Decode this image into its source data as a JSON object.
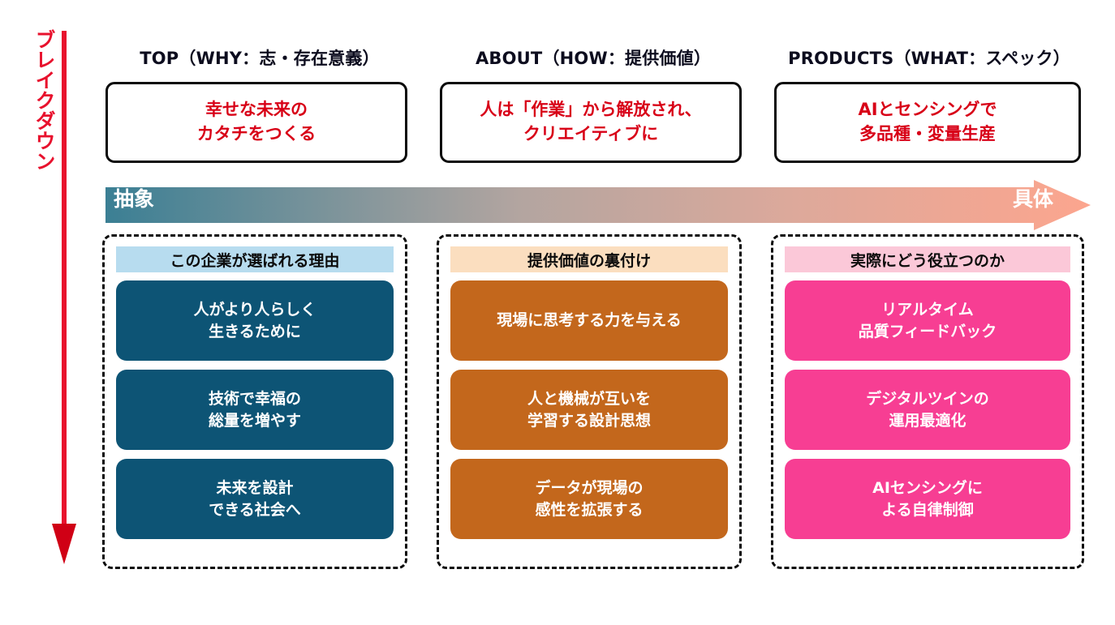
{
  "rail": {
    "label": "ブレイクダウン",
    "arrow_color": "#E8112D",
    "arrow_icon": "arrow-down-icon"
  },
  "axis": {
    "left_label": "抽象",
    "right_label": "具体",
    "gradient_start": "#3B7F94",
    "gradient_mid": "#B3A5A0",
    "gradient_end": "#FCA58E",
    "arrow_icon": "arrow-right-icon"
  },
  "columns": [
    {
      "title": "TOP（WHY：志・存在意義）",
      "statement": "幸せな未来の\nカタチをつくる",
      "statement_line1": "幸せな未来の",
      "statement_line2": "カタチをつくる",
      "group_header": "この企業が選ばれる理由",
      "header_bg": "#B7DCEF",
      "card_bg": "#0D5475",
      "cards": [
        {
          "line1": "人がより人らしく",
          "line2": "生きるために"
        },
        {
          "line1": "技術で幸福の",
          "line2": "総量を増やす"
        },
        {
          "line1": "未来を設計",
          "line2": "できる社会へ"
        }
      ]
    },
    {
      "title": "ABOUT（HOW：提供価値）",
      "statement": "人は「作業」から解放され、\nクリエイティブに",
      "statement_line1": "人は「作業」から解放され、",
      "statement_line2": "クリエイティブに",
      "group_header": "提供価値の裏付け",
      "header_bg": "#FBDEBF",
      "card_bg": "#C3671C",
      "cards": [
        {
          "line1": "現場に思考する力を与える",
          "line2": ""
        },
        {
          "line1": "人と機械が互いを",
          "line2": "学習する設計思想"
        },
        {
          "line1": "データが現場の",
          "line2": "感性を拡張する"
        }
      ]
    },
    {
      "title": "PRODUCTS（WHAT：スペック）",
      "statement": "AIとセンシングで\n多品種・変量生産",
      "statement_line1": "AIとセンシングで",
      "statement_line2": "多品種・変量生産",
      "group_header": "実際にどう役立つのか",
      "header_bg": "#FBC8D8",
      "card_bg": "#F73E93",
      "cards": [
        {
          "line1": "リアルタイム",
          "line2": "品質フィードバック"
        },
        {
          "line1": "デジタルツインの",
          "line2": "運用最適化"
        },
        {
          "line1": "AIセンシングに",
          "line2": "よる自律制御"
        }
      ]
    }
  ]
}
